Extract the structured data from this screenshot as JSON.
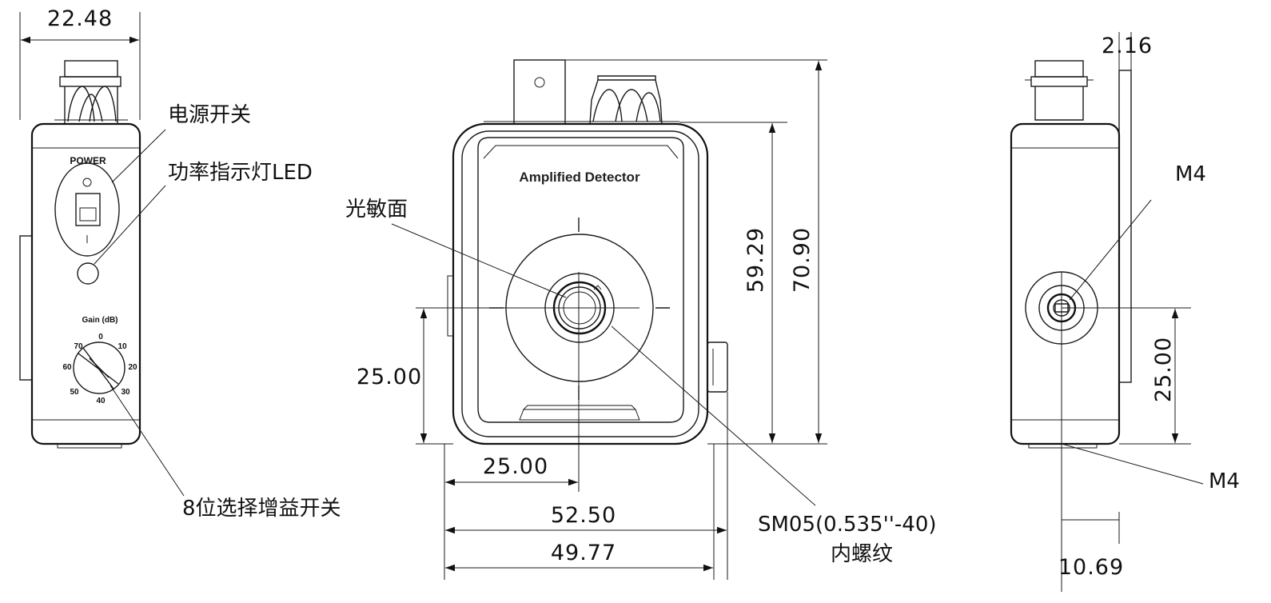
{
  "dimensions": {
    "side_width": "22.48",
    "top_height_full": "70.90",
    "top_height_body": "59.29",
    "center_height": "25.00",
    "center_offset": "25.00",
    "overall_width": "52.50",
    "body_width": "49.77",
    "right_thickness": "2.16",
    "right_center_height": "25.00",
    "right_width": "10.69"
  },
  "labels": {
    "power_switch": "电源开关",
    "power_led": "功率指示灯LED",
    "gain_switch": "8位选择增益开关",
    "sensitive_area": "光敏面",
    "thread_spec": "SM05(0.535''-40)",
    "thread_name": "内螺纹",
    "mount_top": "M4",
    "mount_bottom": "M4"
  },
  "device": {
    "power_text": "POWER",
    "gain_title": "Gain (dB)",
    "gain_ticks": [
      "0",
      "10",
      "20",
      "30",
      "40",
      "50",
      "60",
      "70"
    ],
    "brand_text": "Amplified Detector"
  }
}
